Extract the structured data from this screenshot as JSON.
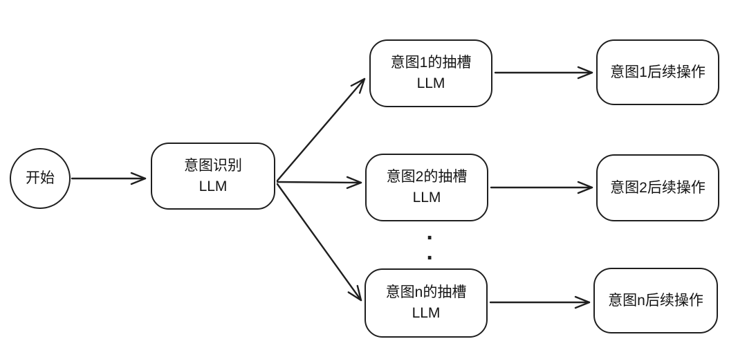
{
  "diagram": {
    "background_color": "#ffffff",
    "stroke_color": "#1f1f1f",
    "text_color": "#141414",
    "nodes": {
      "start": {
        "label": "开始"
      },
      "intent_llm": {
        "line1": "意图识别",
        "line2": "LLM"
      },
      "slot1": {
        "line1": "意图1的抽槽",
        "line2": "LLM"
      },
      "slot2": {
        "line1": "意图2的抽槽",
        "line2": "LLM"
      },
      "slotn": {
        "line1": "意图n的抽槽",
        "line2": "LLM"
      },
      "action1": {
        "label": "意图1后续操作"
      },
      "action2": {
        "label": "意图2后续操作"
      },
      "actionn": {
        "label": "意图n后续操作"
      }
    },
    "ellipsis": {
      "dot1": "·",
      "dot2": "·"
    }
  }
}
